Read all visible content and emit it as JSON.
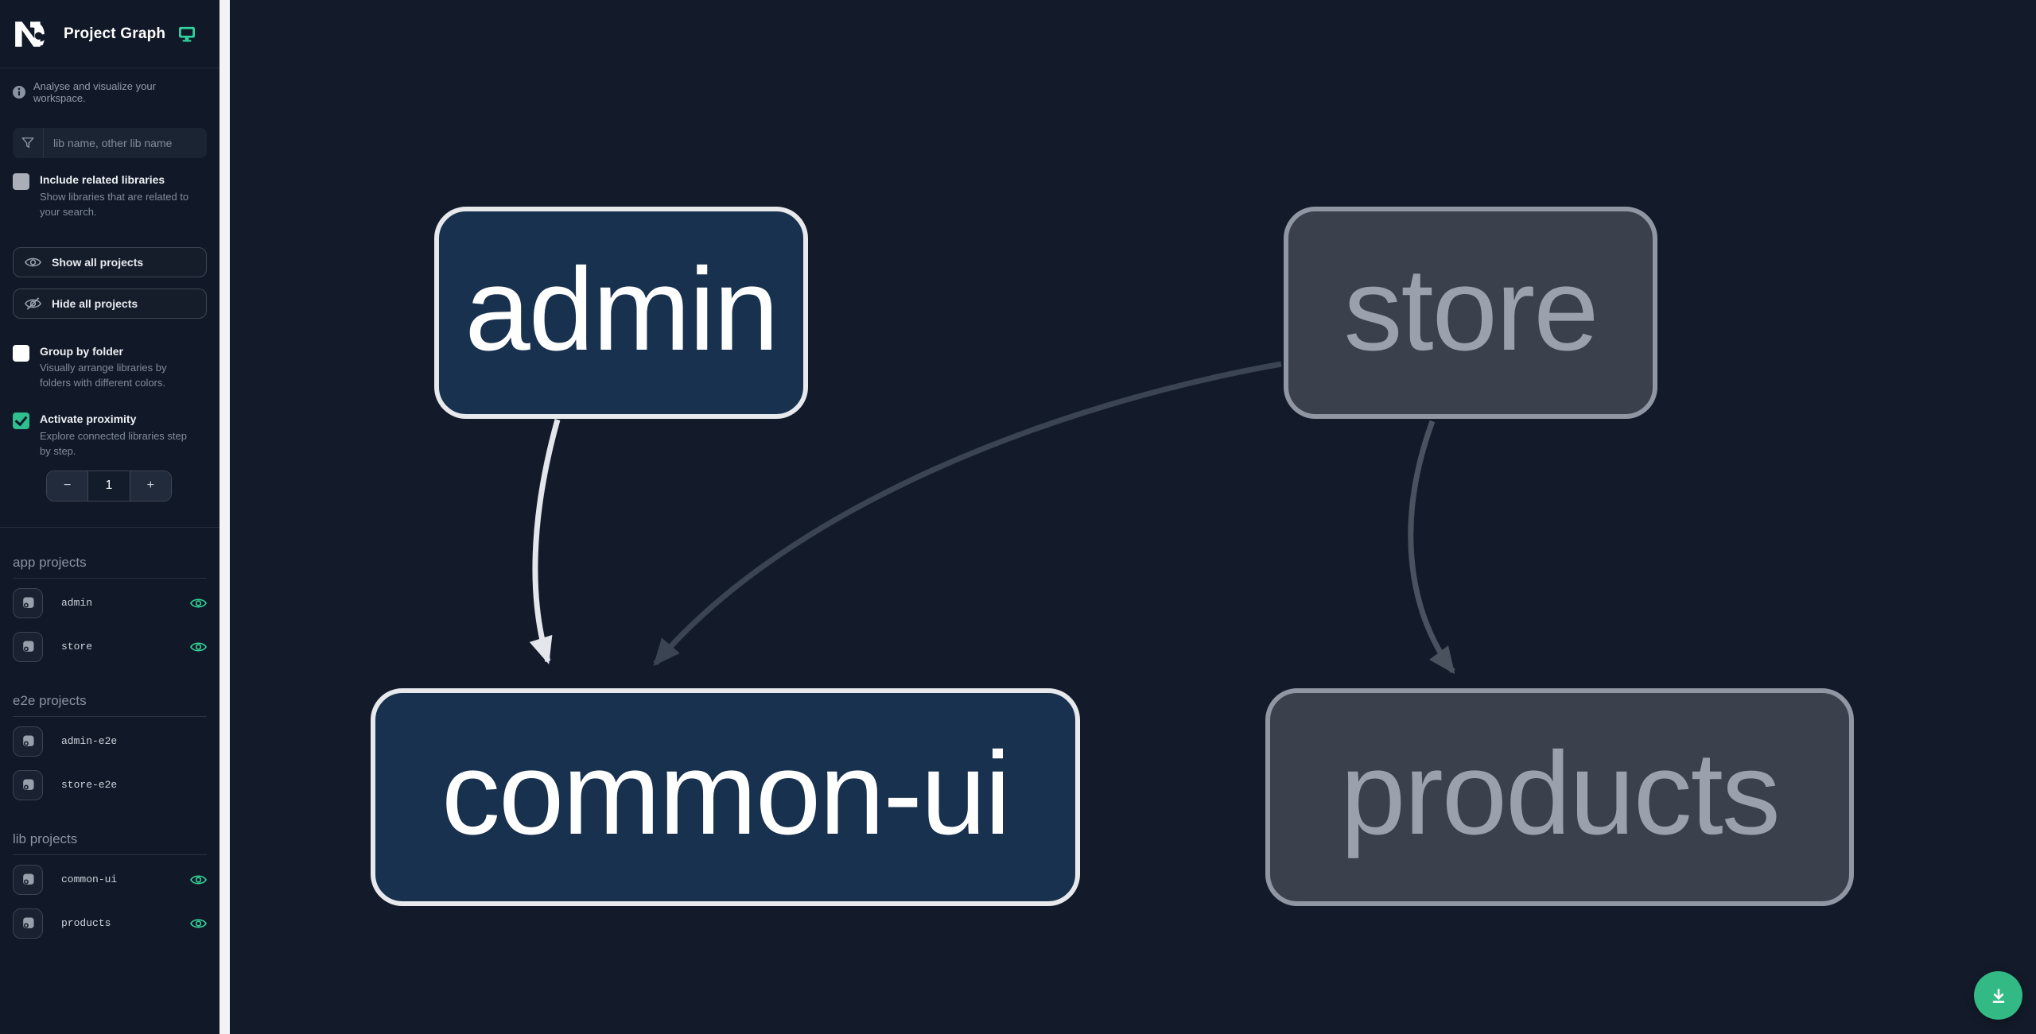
{
  "header": {
    "title": "Project Graph"
  },
  "sidebar": {
    "tagline": "Analyse and visualize your workspace.",
    "search": {
      "placeholder": "lib name, other lib name"
    },
    "include_related": {
      "label": "Include related libraries",
      "description": "Show libraries that are related to your search.",
      "checked": false
    },
    "buttons": [
      {
        "label": "Show all projects"
      },
      {
        "label": "Hide all projects"
      }
    ],
    "group_by_folder": {
      "label": "Group by folder",
      "description": "Visually arrange libraries by folders with different colors.",
      "checked": false
    },
    "proximity": {
      "label": "Activate proximity",
      "description": "Explore connected libraries step by step.",
      "checked": true,
      "decrement_label": "−",
      "value": "1",
      "increment_label": "+"
    },
    "sections": [
      {
        "title": "app projects",
        "items": [
          {
            "name": "admin",
            "visible": true
          },
          {
            "name": "store",
            "visible": true
          }
        ]
      },
      {
        "title": "e2e projects",
        "items": [
          {
            "name": "admin-e2e",
            "visible": false
          },
          {
            "name": "store-e2e",
            "visible": false
          }
        ]
      },
      {
        "title": "lib projects",
        "items": [
          {
            "name": "common-ui",
            "visible": true
          },
          {
            "name": "products",
            "visible": true
          }
        ]
      }
    ]
  },
  "graph": {
    "nodes": [
      {
        "id": "admin",
        "label": "admin",
        "state": "focused"
      },
      {
        "id": "store",
        "label": "store",
        "state": "dimmed"
      },
      {
        "id": "common-ui",
        "label": "common-ui",
        "state": "focused"
      },
      {
        "id": "products",
        "label": "products",
        "state": "dimmed"
      }
    ],
    "edges": [
      {
        "source": "admin",
        "target": "common-ui",
        "state": "focused"
      },
      {
        "source": "store",
        "target": "common-ui",
        "state": "dimmed"
      },
      {
        "source": "store",
        "target": "products",
        "state": "dimmed"
      }
    ]
  },
  "colors": {
    "accent_green": "#34d399",
    "fab_green": "#33b983",
    "focused_node_fill": "#17314e",
    "focused_node_border": "#e7e9ed",
    "dimmed_node_fill": "#3a414d",
    "dimmed_node_border": "#9097a2",
    "sidebar_bg": "#111827",
    "canvas_bg": "#131b2a",
    "edge_light": "#e3e6ea",
    "edge_dark": "#3b4452",
    "edge_mid": "#4a5260"
  }
}
